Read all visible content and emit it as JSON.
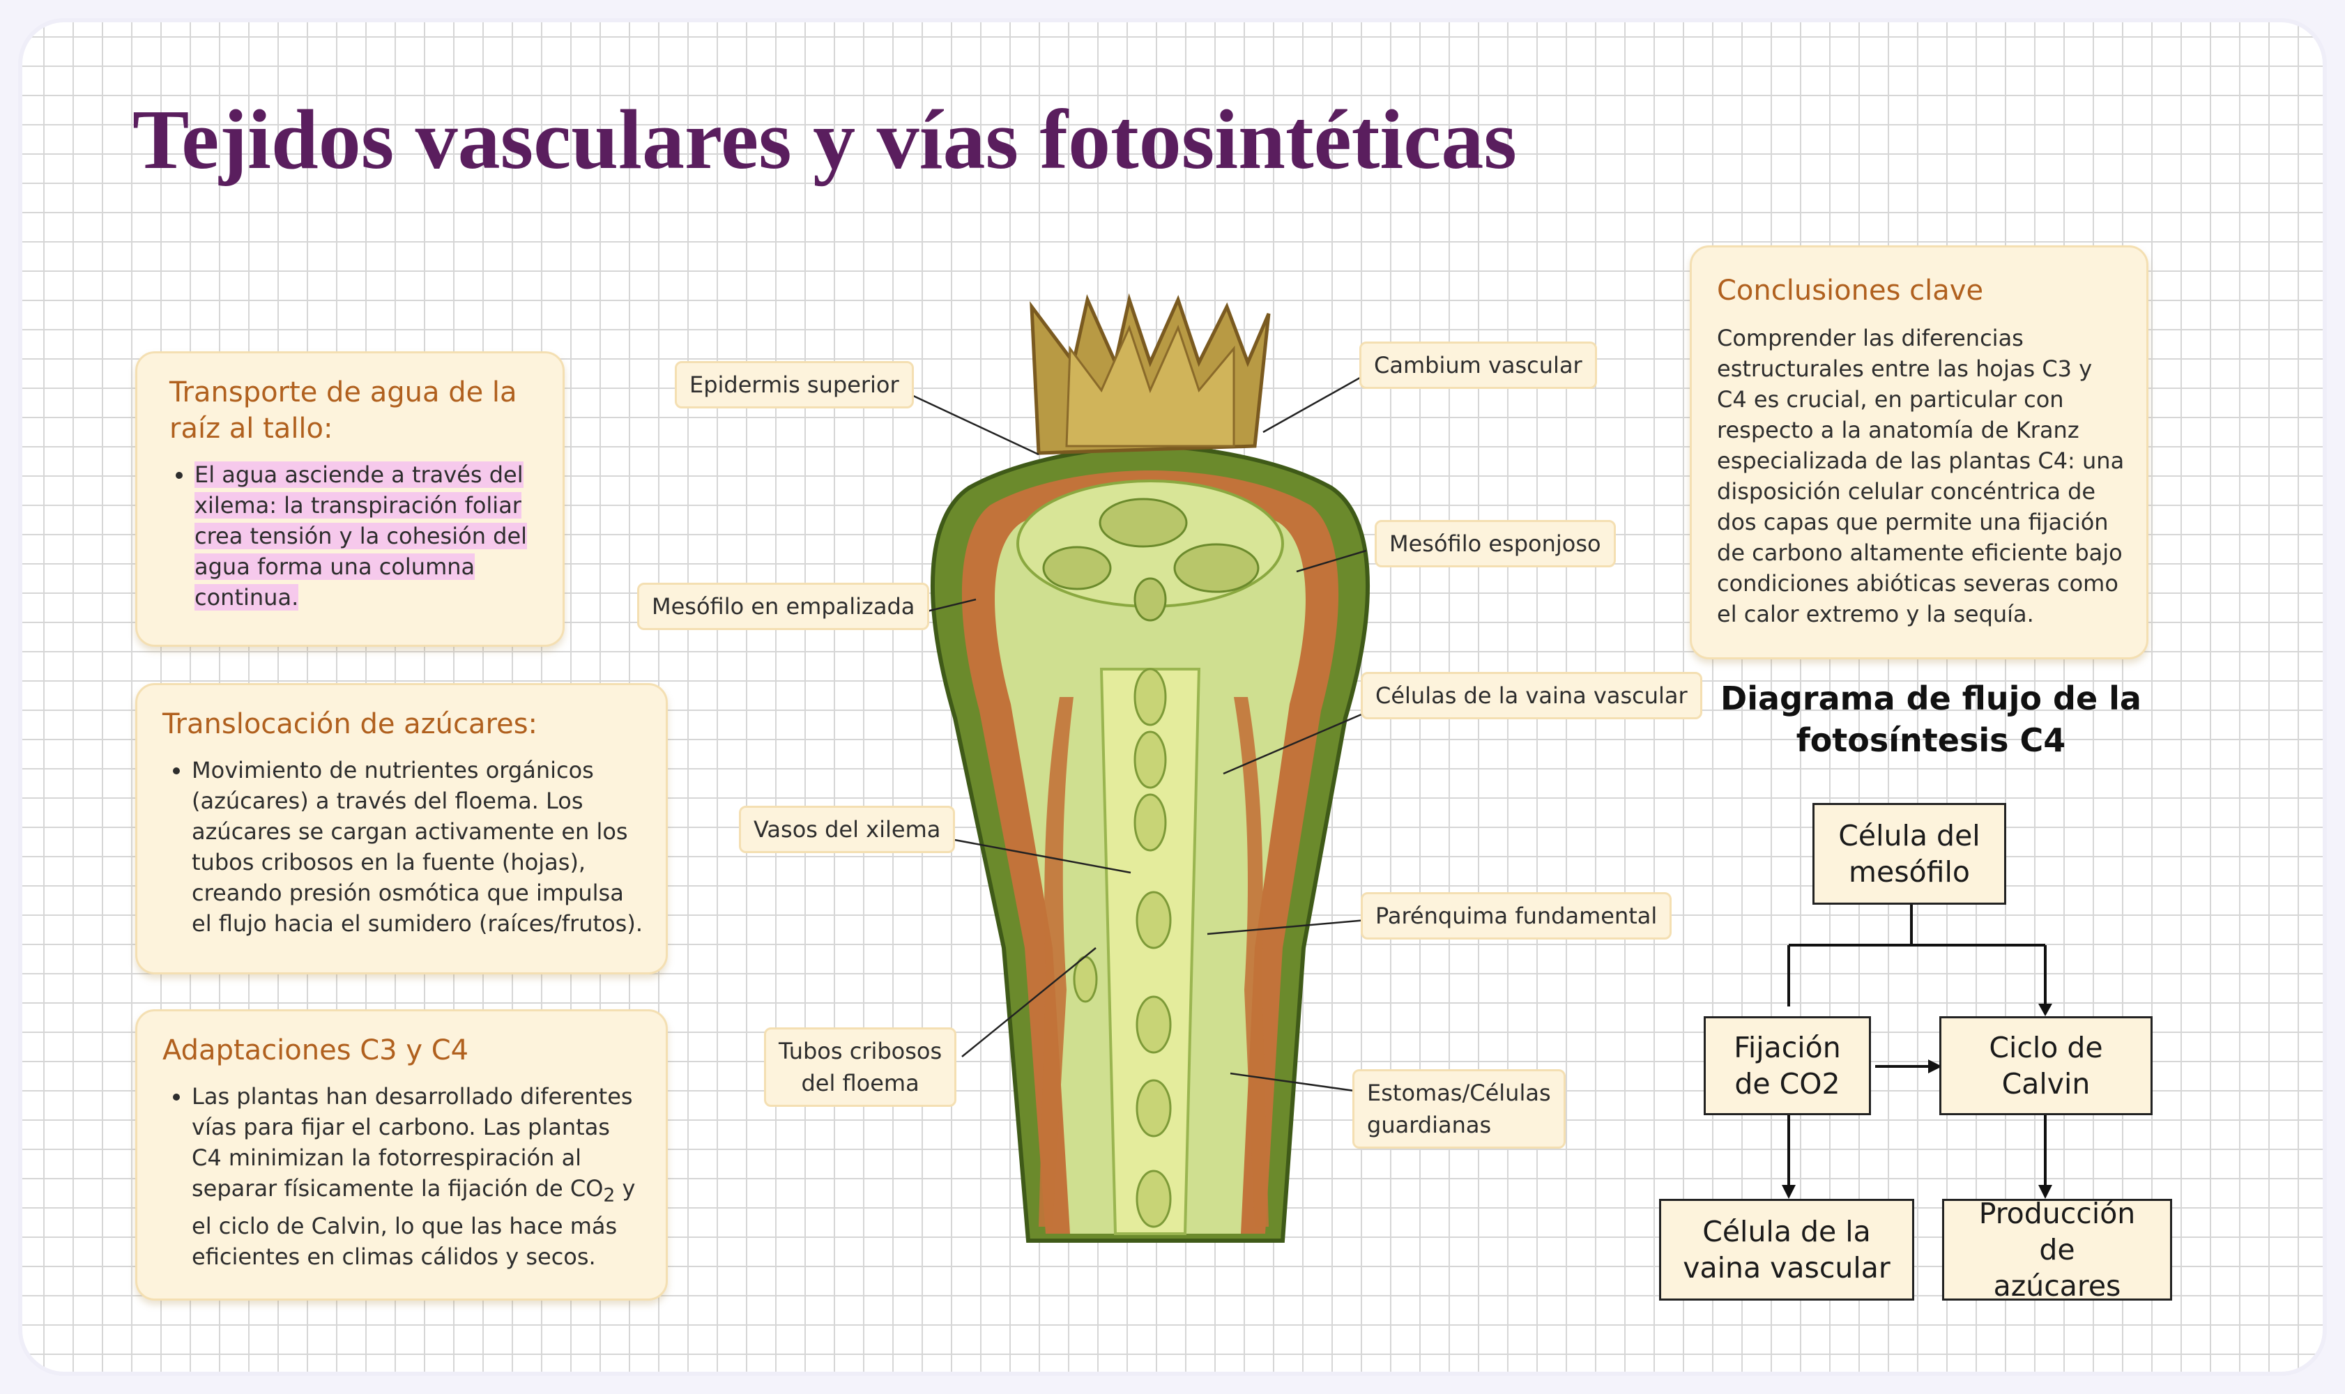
{
  "title": "Tejidos vasculares y vías fotosintéticas",
  "cards": {
    "water": {
      "heading": "Transporte de agua de la raíz al tallo:",
      "bullet": "El agua asciende a través del xilema: la transpiración foliar crea tensión y la cohesión del agua forma una columna continua."
    },
    "sugar": {
      "heading": "Translocación de azúcares:",
      "bullet": "Movimiento de nutrientes orgánicos (azúcares) a través del floema. Los azúcares se cargan activamente en los tubos cribosos en la fuente (hojas), creando presión osmótica que impulsa el flujo hacia el sumidero (raíces/frutos)."
    },
    "adapt": {
      "heading": "Adaptaciones C3 y C4",
      "bullet_before": "Las plantas han desarrollado diferentes vías para fijar el carbono. Las plantas C4 minimizan la fotorrespiración al separar físicamente la fijación de CO",
      "subscript": "2",
      "bullet_after": " y el ciclo de Calvin, lo que las hace más eficientes en climas cálidos y secos."
    },
    "conclusions": {
      "heading": "Conclusiones clave",
      "text": "Comprender las diferencias estructurales entre las hojas C3 y C4 es crucial, en particular con respecto a la anatomía de Kranz especializada de las plantas C4: una disposición celular concéntrica de dos capas que permite una fijación de carbono altamente eficiente bajo condiciones abióticas severas como el calor extremo y la sequía."
    }
  },
  "labels": {
    "epidermis": "Epidermis superior",
    "cambium": "Cambium vascular",
    "spongy": "Mesófilo esponjoso",
    "palisade": "Mesófilo en empalizada",
    "sheath": "Células de la vaina vascular",
    "xylem": "Vasos del xilema",
    "parenchyma": "Parénquima fundamental",
    "phloem_line1": "Tubos cribosos",
    "phloem_line2": "del floema",
    "stomata_line1": "Estomas/Células",
    "stomata_line2": "guardianas"
  },
  "flow": {
    "title": "Diagrama de flujo de la fotosíntesis C4",
    "mesophyll": "Célula del mesófilo",
    "fixation": "Fijación de CO2",
    "calvin": "Ciclo de Calvin",
    "sheath": "Célula de la vaina vascular",
    "sugars": "Producción de azúcares"
  },
  "colors": {
    "title": "#5a1e5e",
    "heading": "#b0601e",
    "card_bg": "#fdf3dc",
    "highlight": "#f6c9ec"
  }
}
